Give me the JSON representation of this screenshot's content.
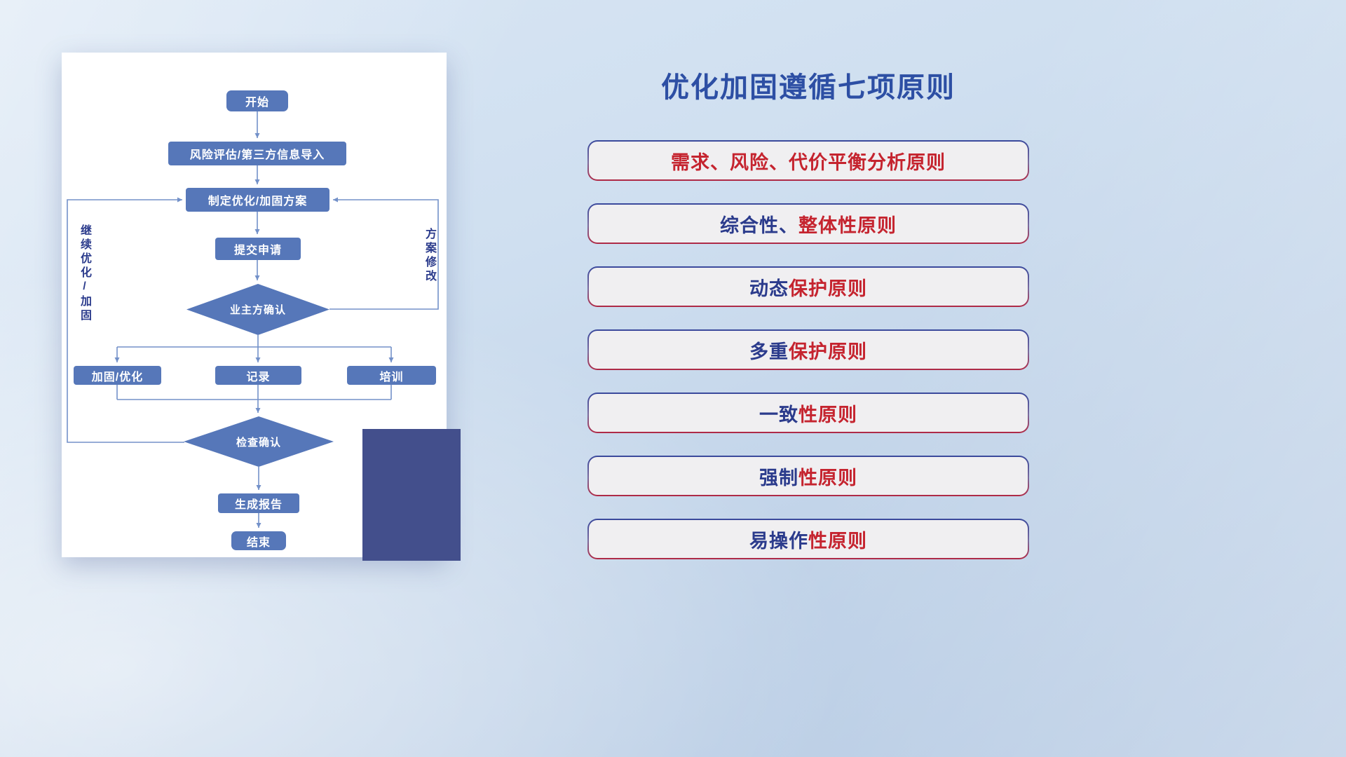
{
  "flowchart": {
    "nodes": {
      "start": "开始",
      "risk_import": "风险评估/第三方信息导入",
      "plan": "制定优化/加固方案",
      "submit": "提交申请",
      "owner_confirm": "业主方确认",
      "reinforce": "加固/优化",
      "record": "记录",
      "training": "培训",
      "check_confirm": "检查确认",
      "report": "生成报告",
      "end": "结束"
    },
    "loop_labels": {
      "left": "继续优化/加固",
      "right": "方案修改"
    }
  },
  "principles": {
    "title": "优化加固遵循七项原则",
    "items": [
      {
        "navy": "",
        "red": "需求、风险、代价平衡分析原则"
      },
      {
        "navy": "综合性、",
        "red": "整体性原则"
      },
      {
        "navy": "动态",
        "red": "保护原则"
      },
      {
        "navy": "多重",
        "red": "保护原则"
      },
      {
        "navy": "一致",
        "red": "性原则"
      },
      {
        "navy": "强制",
        "red": "性原则"
      },
      {
        "navy": "易操作",
        "red": "性原则"
      }
    ]
  },
  "colors": {
    "node_blue": "#5677b9",
    "line_blue": "#7391c9",
    "accent_navy": "#434f8c",
    "title_blue": "#2d4fa4",
    "text_red": "#c5242f",
    "text_navy": "#2b3b8c",
    "pill_background": "#f0eff1"
  }
}
